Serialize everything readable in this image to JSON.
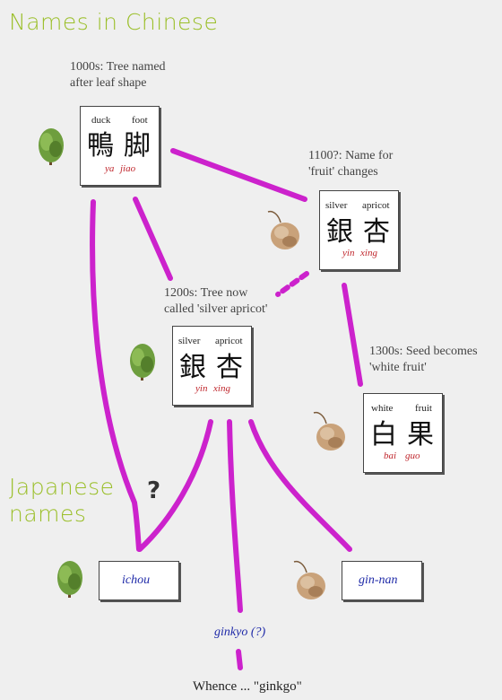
{
  "headings": {
    "chinese": "Names in Chinese",
    "japanese_l1": "Japanese",
    "japanese_l2": "names"
  },
  "notes": {
    "n1000_l1": "1000s: Tree named",
    "n1000_l2": "after leaf shape",
    "n1100_l1": "1100?: Name for",
    "n1100_l2": "'fruit' changes",
    "n1200_l1": "1200s: Tree now",
    "n1200_l2": "called 'silver apricot'",
    "n1300_l1": "1300s: Seed becomes",
    "n1300_l2": "'white fruit'",
    "question": "?",
    "footer": "Whence ... \"ginkgo\""
  },
  "cards": {
    "duck_foot": {
      "g1": "duck",
      "g2": "foot",
      "c1": "鴨",
      "c2": "脚",
      "p1": "ya",
      "p2": "jiao"
    },
    "silver_apricot_1100": {
      "g1": "silver",
      "g2": "apricot",
      "c1": "銀",
      "c2": "杏",
      "p1": "yin",
      "p2": "xing"
    },
    "silver_apricot_1200": {
      "g1": "silver",
      "g2": "apricot",
      "c1": "銀",
      "c2": "杏",
      "p1": "yin",
      "p2": "xing"
    },
    "white_fruit": {
      "g1": "white",
      "g2": "fruit",
      "c1": "白",
      "c2": "果",
      "p1": "bai",
      "p2": "guo"
    }
  },
  "japanese": {
    "ichou": "ichou",
    "gin_nan": "gin-nan",
    "ginkyo": "ginkyo (?)"
  },
  "colors": {
    "link": "#cc22cc",
    "heading": "#9bbf2a",
    "pinyin": "#c0272d",
    "japanese": "#1f2aa8"
  },
  "icons": [
    "ginkgo-tree-icon",
    "ginkgo-seed-icon"
  ]
}
